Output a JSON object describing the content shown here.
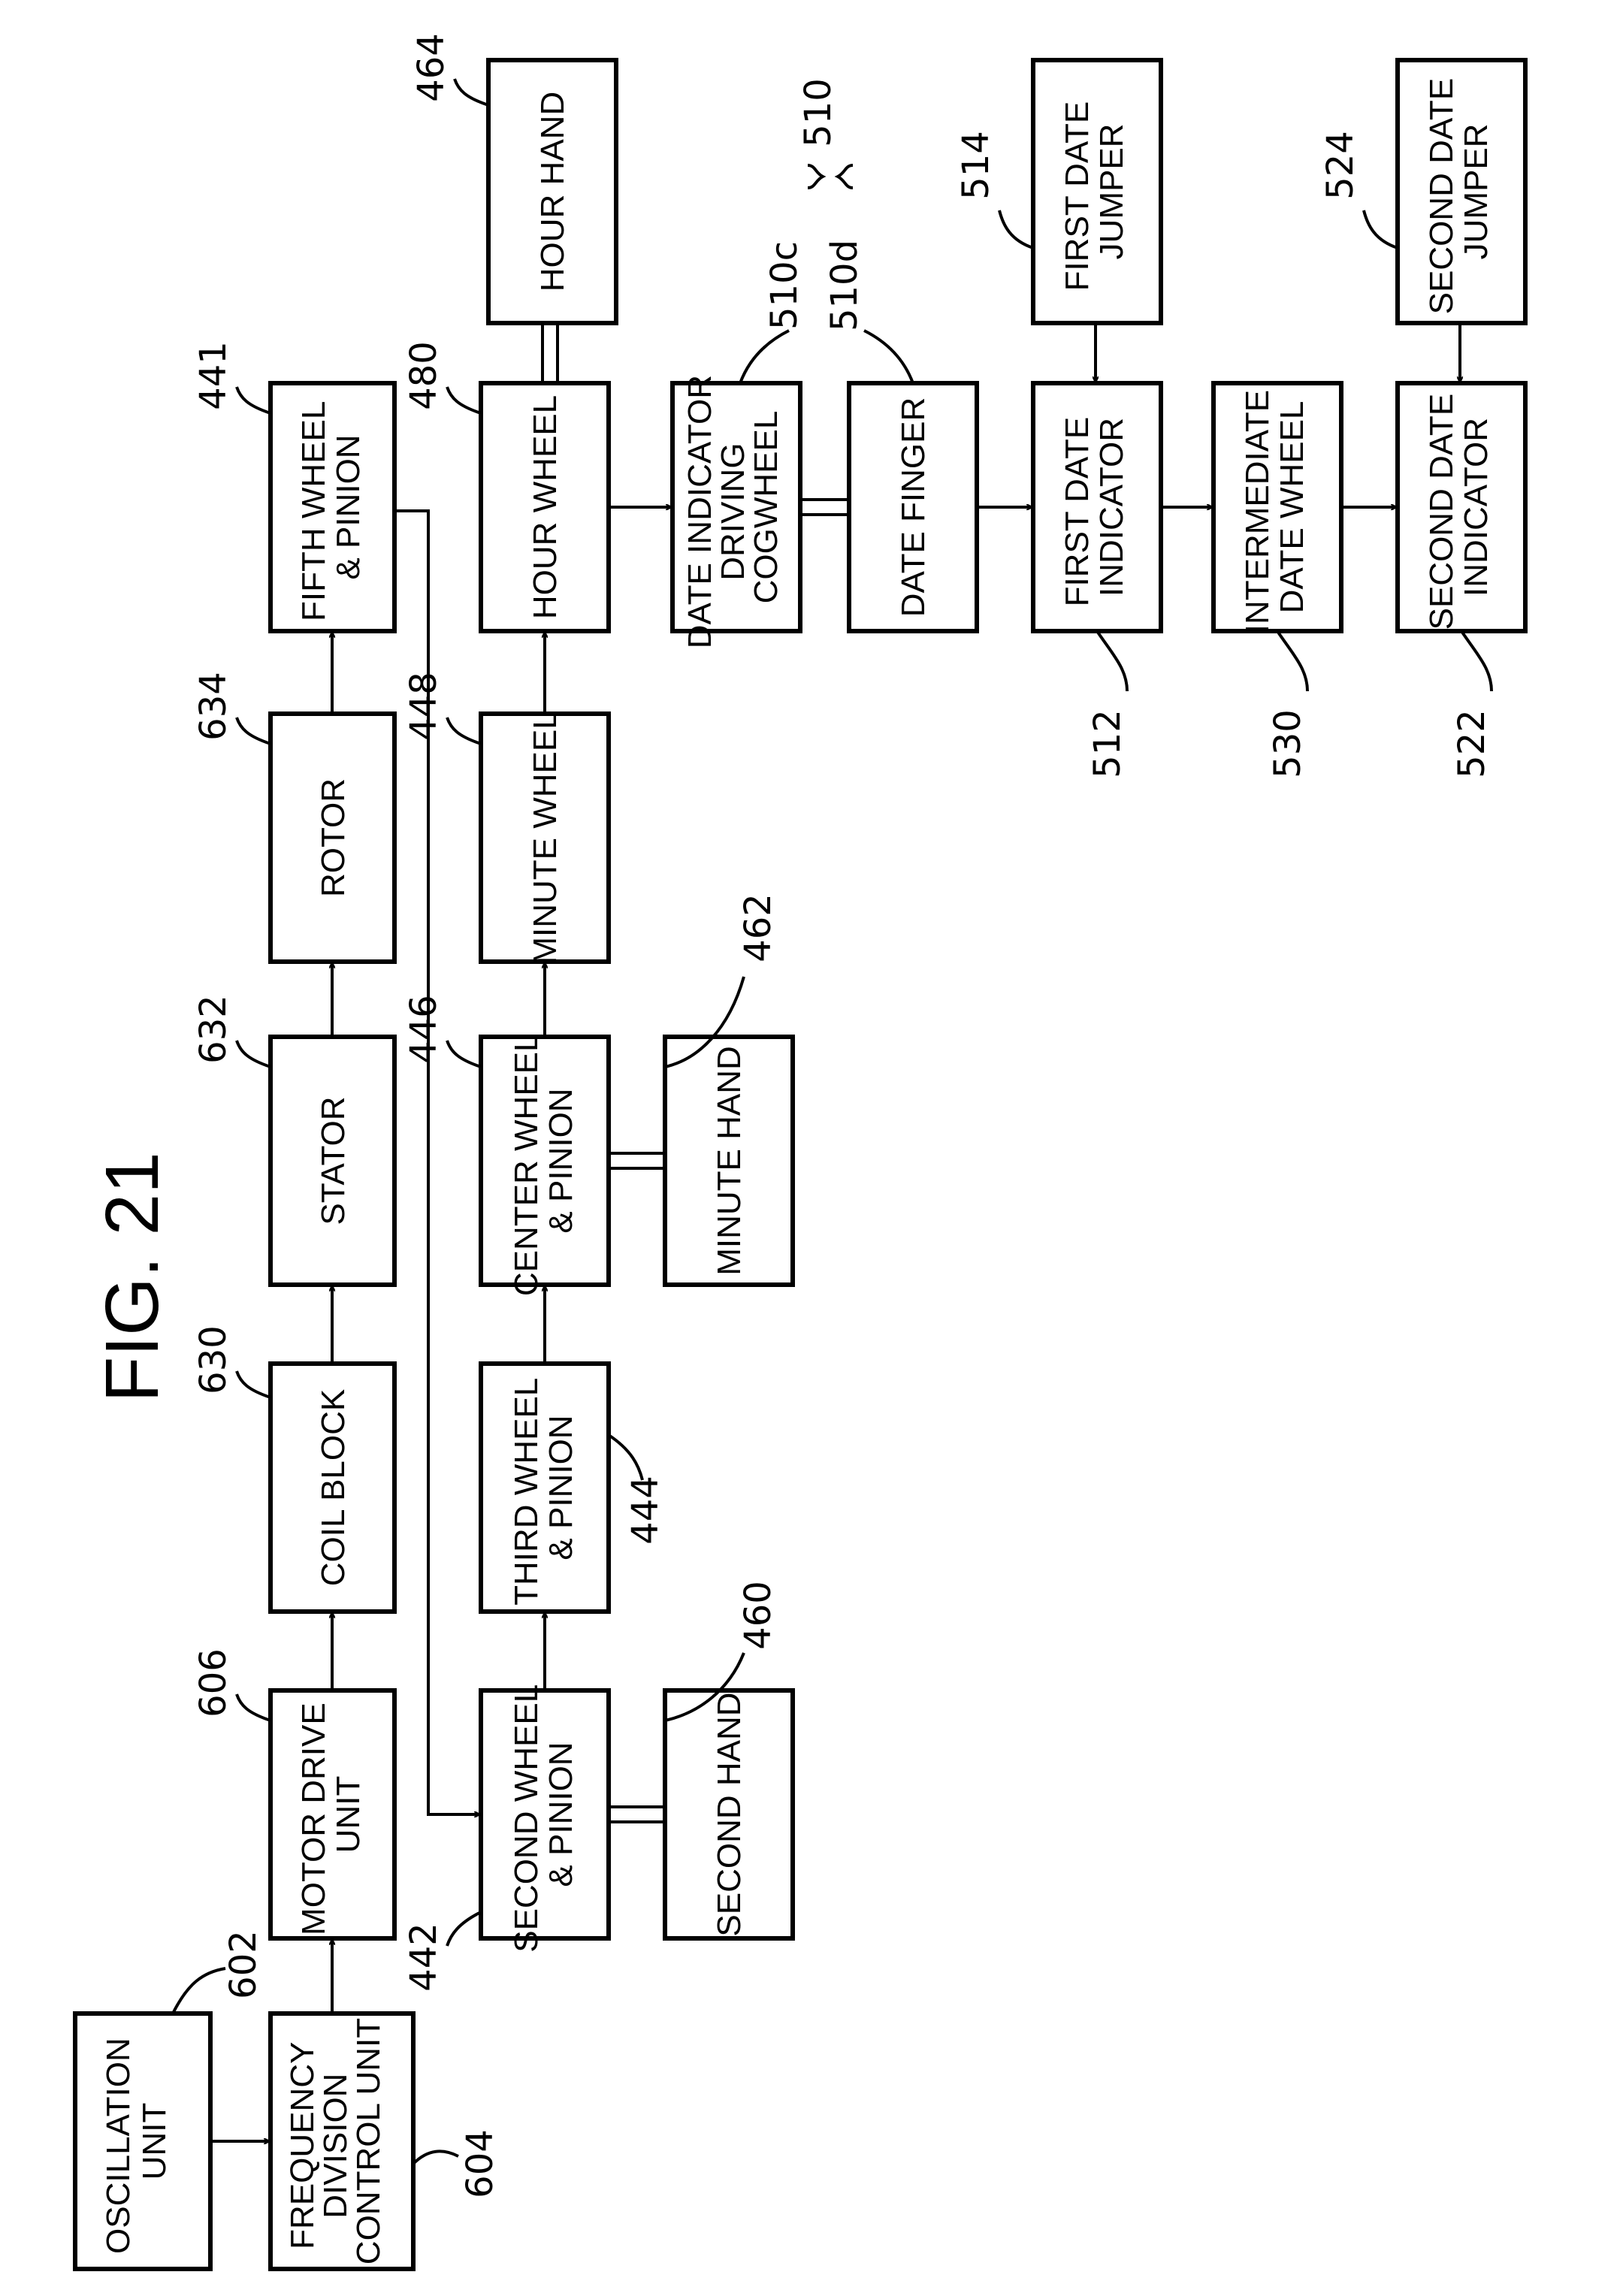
{
  "figure": {
    "title": "FIG. 21"
  },
  "blocks": {
    "oscillation": [
      "OSCILLATION",
      "UNIT"
    ],
    "freq_div": [
      "FREQUENCY",
      "DIVISION",
      "CONTROL UNIT"
    ],
    "motor_drive": [
      "MOTOR DRIVE",
      "UNIT"
    ],
    "coil_block": [
      "COIL BLOCK"
    ],
    "stator": [
      "STATOR"
    ],
    "rotor": [
      "ROTOR"
    ],
    "fifth_wheel": [
      "FIFTH WHEEL",
      "& PINION"
    ],
    "second_wheel": [
      "SECOND WHEEL",
      "& PINION"
    ],
    "third_wheel": [
      "THIRD WHEEL",
      "& PINION"
    ],
    "center_wheel": [
      "CENTER WHEEL",
      "& PINION"
    ],
    "minute_wheel": [
      "MINUTE WHEEL"
    ],
    "hour_wheel": [
      "HOUR WHEEL"
    ],
    "hour_hand": [
      "HOUR HAND"
    ],
    "second_hand": [
      "SECOND HAND"
    ],
    "minute_hand": [
      "MINUTE HAND"
    ],
    "date_cogwheel": [
      "DATE INDICATOR",
      "DRIVING",
      "COGWHEEL"
    ],
    "date_finger": [
      "DATE FINGER"
    ],
    "first_date_jumper": [
      "FIRST DATE",
      "JUMPER"
    ],
    "first_date_indicator": [
      "FIRST DATE",
      "INDICATOR"
    ],
    "intermediate_date_wheel": [
      "INTERMEDIATE",
      "DATE WHEEL"
    ],
    "second_date_jumper": [
      "SECOND DATE",
      "JUMPER"
    ],
    "second_date_indicator": [
      "SECOND DATE",
      "INDICATOR"
    ]
  },
  "refs": {
    "r602": "602",
    "r604": "604",
    "r606": "606",
    "r630": "630",
    "r632": "632",
    "r634": "634",
    "r441": "441",
    "r442": "442",
    "r444": "444",
    "r446": "446",
    "r448": "448",
    "r480": "480",
    "r464": "464",
    "r460": "460",
    "r462": "462",
    "r510c": "510c",
    "r510d": "510d",
    "r510": "510",
    "r514": "514",
    "r512": "512",
    "r530": "530",
    "r524": "524",
    "r522": "522"
  }
}
